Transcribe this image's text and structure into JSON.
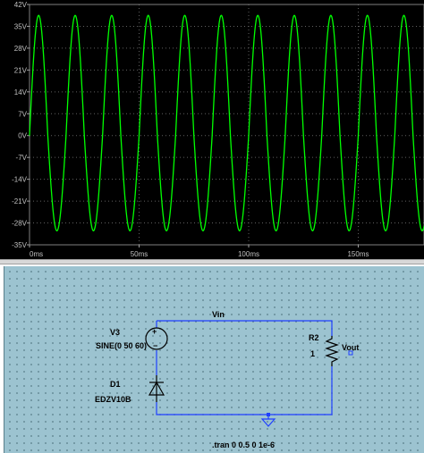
{
  "colors": {
    "plot_background": "#000000",
    "trace": "#00ff00",
    "grid": "#606060",
    "axis_text": "#c0c0c0",
    "schematic_background": "#9cc3d0",
    "wire": "#1f3fff",
    "component": "#000000"
  },
  "chart_data": {
    "type": "line",
    "title": "",
    "xlabel": "",
    "ylabel": "",
    "xlim": [
      0,
      180
    ],
    "ylim": [
      -35,
      42
    ],
    "x_unit": "ms",
    "y_unit": "V",
    "grid": true,
    "x_ticks": [
      0,
      50,
      100,
      150
    ],
    "x_tick_labels": [
      "0ms",
      "50ms",
      "100ms",
      "150ms"
    ],
    "y_ticks": [
      42,
      35,
      28,
      21,
      14,
      7,
      0,
      -7,
      -14,
      -21,
      -28,
      -35
    ],
    "y_tick_labels": [
      "42V",
      "35V",
      "28V",
      "21V",
      "14V",
      "7V",
      "0V",
      "-7V",
      "-14V",
      "-21V",
      "-28V",
      "-35V"
    ],
    "series": [
      {
        "color": "#00ff00",
        "waveform": "sine",
        "frequency_hz": 60,
        "positive_peak": 38.5,
        "negative_peak": -30.5,
        "phase_start": 0
      }
    ]
  },
  "schematic": {
    "net_label": "Vin",
    "source": {
      "ref": "V3",
      "value": "SINE(0 50 60)",
      "plus": "+",
      "minus": "−"
    },
    "diode": {
      "ref": "D1",
      "value": "EDZV10B"
    },
    "resistor": {
      "ref": "R2",
      "value": "1"
    },
    "output_label": "Vout",
    "directive": ".tran 0 0.5 0 1e-6"
  }
}
